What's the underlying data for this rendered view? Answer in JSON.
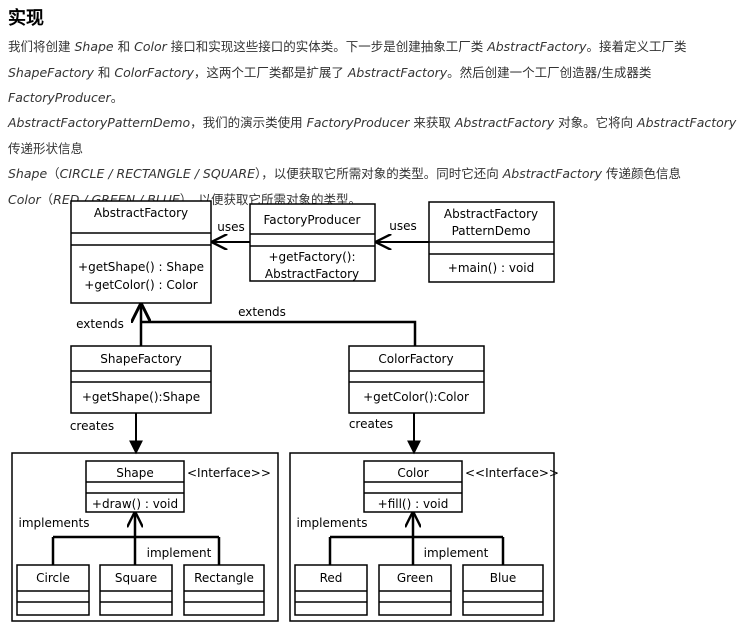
{
  "title": "实现",
  "p1": {
    "t1": "我们将创建 ",
    "e1": "Shape",
    "t2": " 和 ",
    "e2": "Color",
    "t3": " 接口和实现这些接口的实体类。下一步是创建抽象工厂类 ",
    "e3": "AbstractFactory",
    "t4": "。接着定义工厂类 ",
    "e4": "ShapeFactory",
    "t5": " 和 ",
    "e5": "ColorFactory",
    "t6": "，这两个工厂类都是扩展了 ",
    "e6": "AbstractFactory",
    "t7": "。然后创建一个工厂创造器/生成器类 ",
    "e7": "FactoryProducer",
    "t8": "。"
  },
  "p2": {
    "e1": "AbstractFactoryPatternDemo",
    "t1": "，我们的演示类使用 ",
    "e2": "FactoryProducer",
    "t2": " 来获取 ",
    "e3": "AbstractFactory",
    "t3": " 对象。它将向 ",
    "e4": "AbstractFactory",
    "t4": " 传递形状信息 ",
    "e5": "Shape",
    "t5": "（",
    "e6": "CIRCLE / RECTANGLE / SQUARE",
    "t6": "），以便获取它所需对象的类型。同时它还向 ",
    "e7": "AbstractFactory",
    "t7": " 传递颜色信息 ",
    "e8": "Color",
    "t8": "（",
    "e9": "RED / GREEN / BLUE",
    "t9": "），以便获取它所需对象的类型。"
  },
  "diagram": {
    "abstract_factory": {
      "name": "AbstractFactory",
      "method1": "+getShape() : Shape",
      "method2": "+getColor() : Color"
    },
    "factory_producer": {
      "name": "FactoryProducer",
      "method1": "+getFactory():",
      "method2": "AbstractFactory"
    },
    "demo": {
      "name1": "AbstractFactory",
      "name2": "PatternDemo",
      "method": "+main() : void"
    },
    "shape_factory": {
      "name": "ShapeFactory",
      "method": "+getShape():Shape"
    },
    "color_factory": {
      "name": "ColorFactory",
      "method": "+getColor():Color"
    },
    "shape": {
      "name": "Shape",
      "stereotype": "<Interface>>",
      "method": "+draw() : void"
    },
    "color": {
      "name": "Color",
      "stereotype": "<<Interface>>",
      "method": "+fill() : void"
    },
    "shape_impls": [
      "Circle",
      "Square",
      "Rectangle"
    ],
    "color_impls": [
      "Red",
      "Green",
      "Blue"
    ],
    "labels": {
      "uses": "uses",
      "extends": "extends",
      "creates": "creates",
      "implements": "implements",
      "implement": "implement"
    }
  }
}
